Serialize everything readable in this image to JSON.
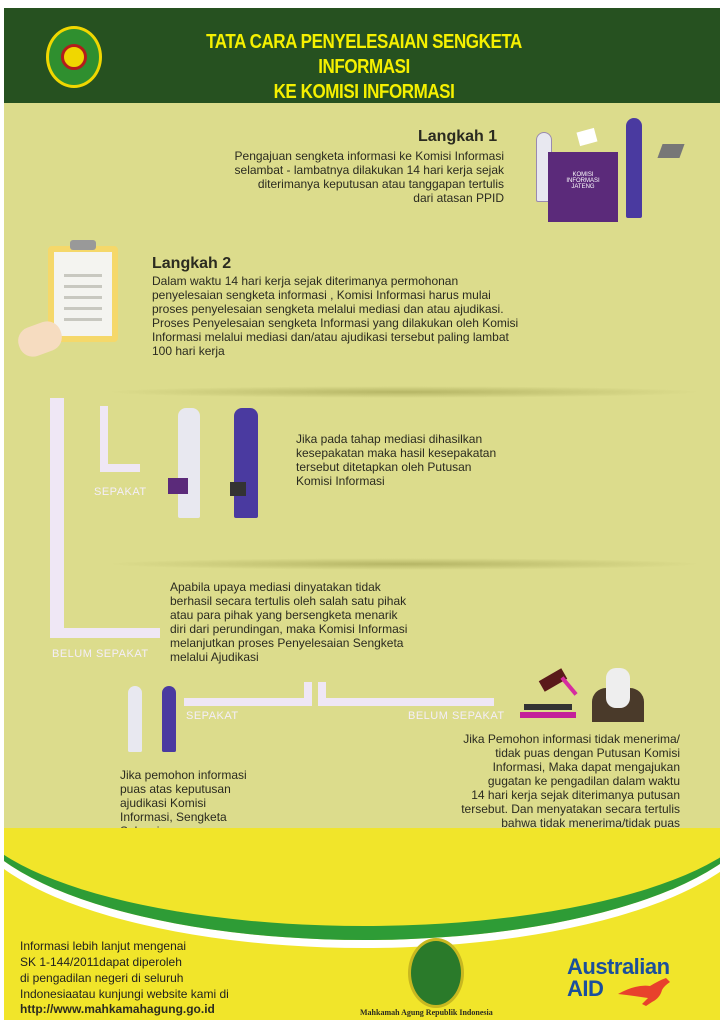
{
  "header": {
    "title_line1": "TATA CARA PENYELESAIAN SENGKETA INFORMASI",
    "title_line2": "KE KOMISI INFORMASI"
  },
  "step1": {
    "heading": "Langkah 1",
    "text": "Pengajuan sengketa informasi ke Komisi Informasi\nselambat - lambatnya dilakukan 14 hari kerja sejak\nditerimanya keputusan atau tanggapan tertulis\ndari atasan PPID",
    "desk_label": "KOMISI\nINFORMASI\nJATENG"
  },
  "step2": {
    "heading": "Langkah 2",
    "text": "Dalam waktu 14 hari kerja sejak diterimanya permohonan\npenyelesaian sengketa informasi , Komisi Informasi harus mulai\nproses penyelesaian sengketa melalui mediasi dan atau ajudikasi.\nProses Penyelesaian sengketa Informasi yang dilakukan oleh Komisi\nInformasi melalui mediasi dan/atau ajudikasi tersebut paling lambat\n100 hari kerja"
  },
  "mediation": {
    "sepakat_label": "SEPAKAT",
    "sepakat_text": "Jika pada tahap mediasi dihasilkan\nkesepakatan maka hasil kesepakatan\ntersebut ditetapkan oleh Putusan\nKomisi Informasi",
    "belum_label": "BELUM SEPAKAT",
    "belum_text": "Apabila upaya mediasi dinyatakan tidak\nberhasil secara tertulis oleh salah satu pihak\natau para pihak yang bersengketa menarik\ndiri dari perundingan, maka Komisi Informasi\nmelanjutkan proses Penyelesaian Sengketa\nmelalui Ajudikasi"
  },
  "adjudication": {
    "sepakat_label": "SEPAKAT",
    "sepakat_text": "Jika pemohon informasi\npuas atas keputusan\najudikasi Komisi\nInformasi, Sengketa\nSelesai",
    "belum_label": "BELUM SEPAKAT",
    "belum_text": "Jika Pemohon informasi tidak menerima/\ntidak puas dengan Putusan Komisi\nInformasi, Maka dapat mengajukan\ngugatan ke pengadilan dalam waktu\n14 hari kerja sejak diterimanya putusan\ntersebut. Dan menyatakan secara tertulis\nbahwa tidak menerima/tidak puas\ndengan Putusan Ajudikasi Komisi Informasi"
  },
  "footer": {
    "info": "Informasi lebih lanjut mengenai\nSK 1-144/2011dapat diperoleh\ndi pengadilan negeri di seluruh\nIndonesiaatau kunjungi website kami di",
    "url": "http://www.mahkamahagung.go.id",
    "ma_caption": "Mahkamah Agung Republik Indonesia",
    "aid_line1": "Australian",
    "aid_line2": "AID"
  },
  "colors": {
    "header_bg": "#265120",
    "title": "#f5f000",
    "poster_bg": "#dcdc8c",
    "footer_bg": "#f1e52a",
    "swoosh": "#2e9c36",
    "aid": "#1b4f9c"
  }
}
